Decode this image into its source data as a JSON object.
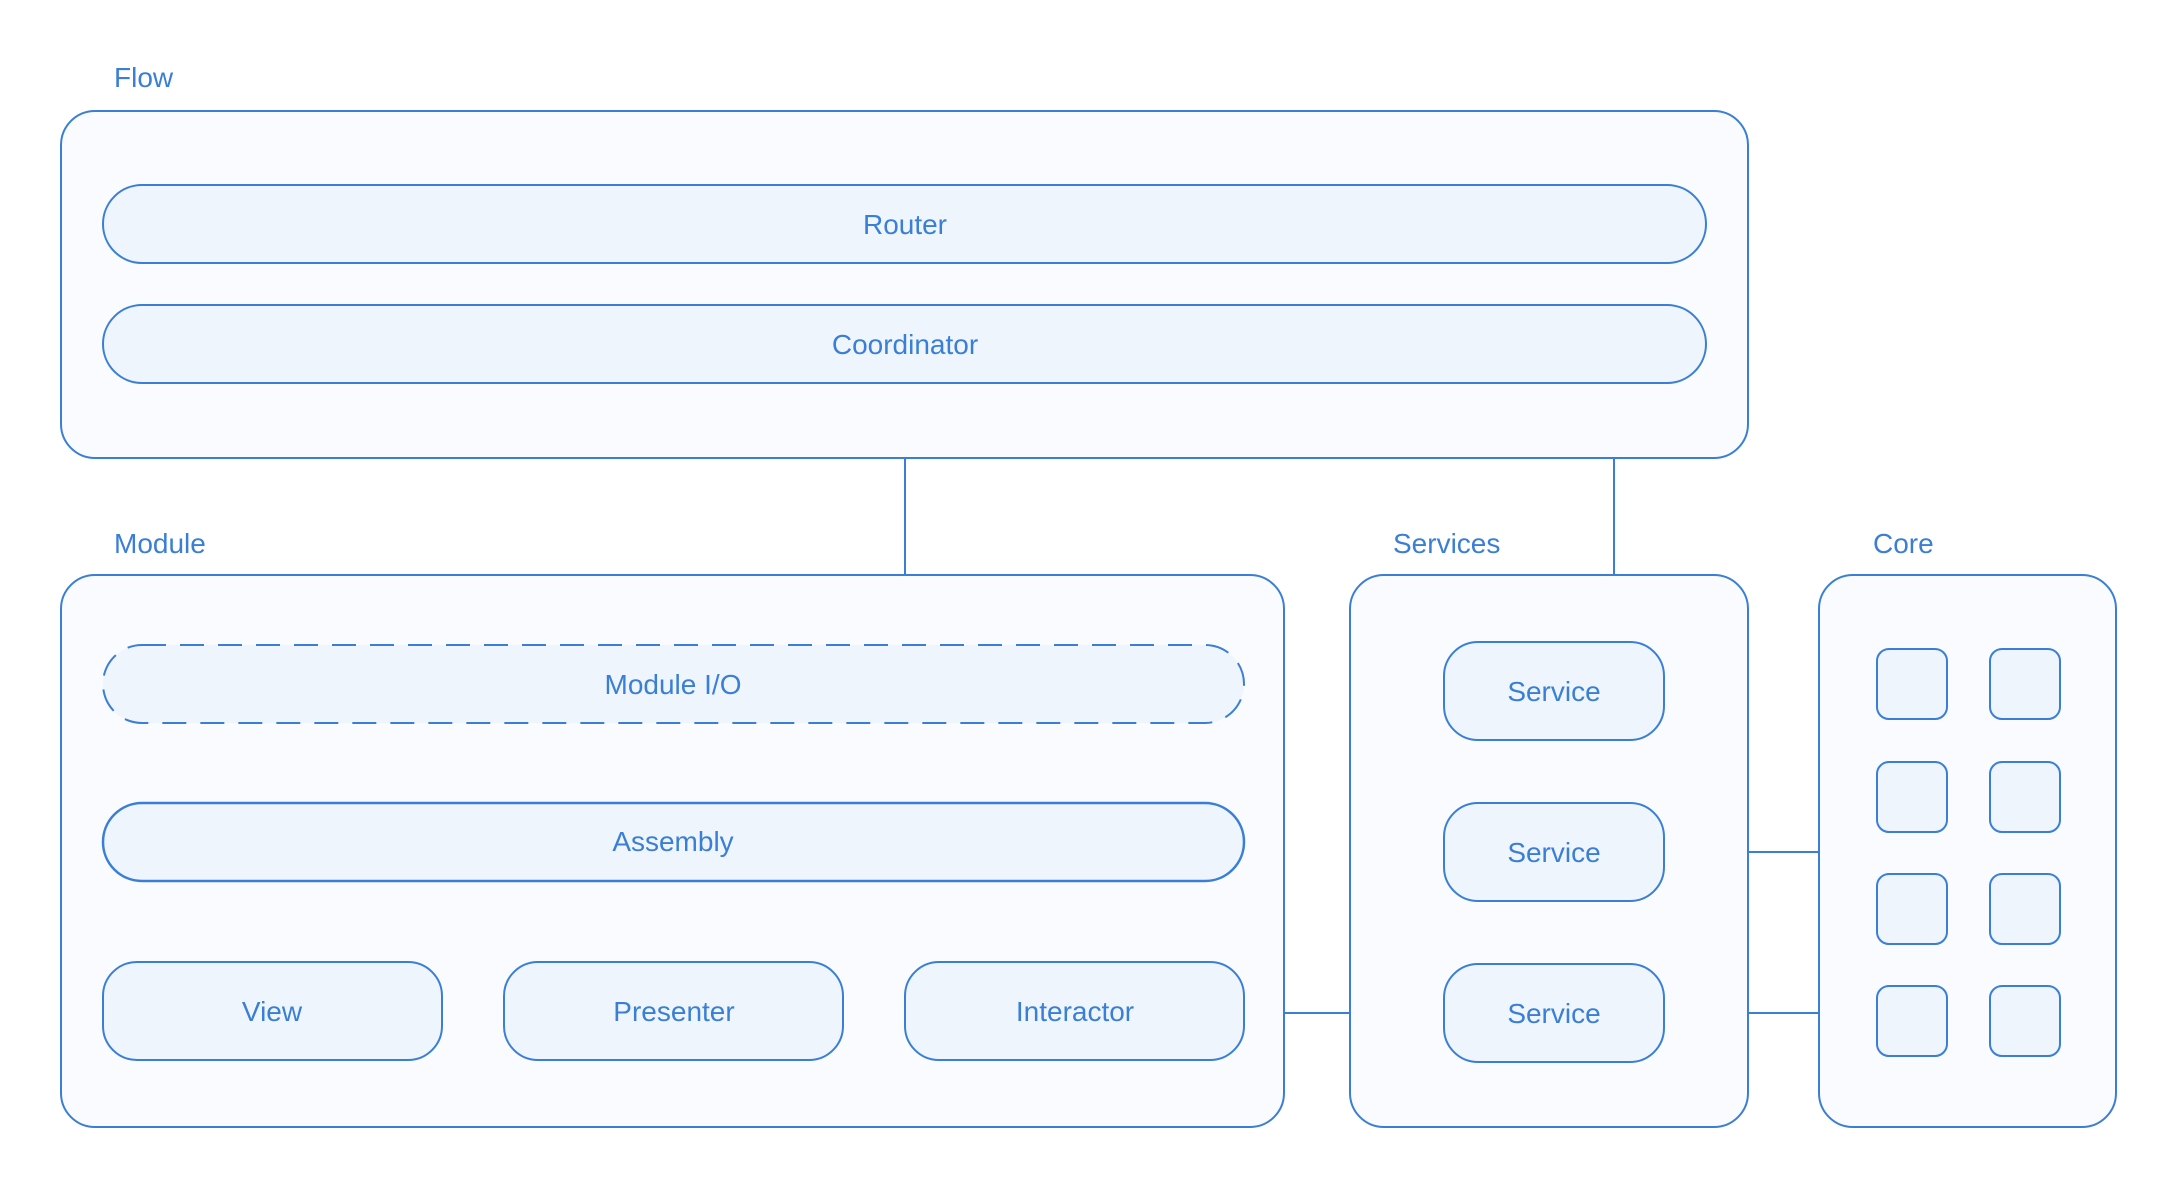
{
  "colors": {
    "stroke": "#3a7fd5",
    "text": "#3a7fd5",
    "panel_fill": "#f9fbfe",
    "node_fill": "#eef5fd",
    "background": "#ffffff"
  },
  "groups": {
    "flow": {
      "label": "Flow"
    },
    "module": {
      "label": "Module"
    },
    "services": {
      "label": "Services"
    },
    "core": {
      "label": "Core"
    }
  },
  "nodes": {
    "router": "Router",
    "coordinator": "Coordinator",
    "module_io": "Module I/O",
    "assembly": "Assembly",
    "view": "View",
    "presenter": "Presenter",
    "interactor": "Interactor",
    "services": [
      "Service",
      "Service",
      "Service"
    ]
  },
  "core_tile_count": 8
}
